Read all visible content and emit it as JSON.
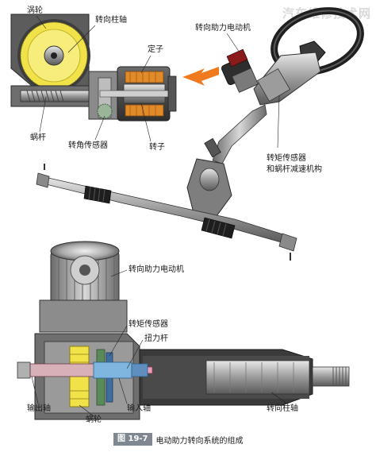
{
  "watermark": "汽车维修技术网",
  "top_labels": {
    "worm_wheel": "涡轮",
    "steering_column_shaft": "转向柱轴",
    "stator": "定子",
    "worm": "蜗杆",
    "steering_angle_sensor": "转角传感器",
    "rotor": "转子",
    "assist_motor": "转向助力电动机",
    "torque_sensor_line1": "转矩传感器",
    "torque_sensor_line2": "和蜗杆减速机构"
  },
  "bottom_labels": {
    "assist_motor": "转向助力电动机",
    "torque_sensor": "转矩传感器",
    "torsion_bar": "扭力杆",
    "output_shaft": "输出轴",
    "input_shaft": "输入轴",
    "worm_wheel": "蜗轮",
    "steering_column_shaft": "转向柱轴"
  },
  "caption": {
    "figure_number": "图 19-7",
    "title": "电动助力转向系统的组成"
  },
  "colors": {
    "arrow": "#f07a1e",
    "worm_gear": "#f2e24a",
    "stator_coil": "#e08a2a",
    "torsion_bar": "#e8a0b8",
    "input_shaft": "#7fb6e0",
    "caption_tag": "#7f8790"
  }
}
